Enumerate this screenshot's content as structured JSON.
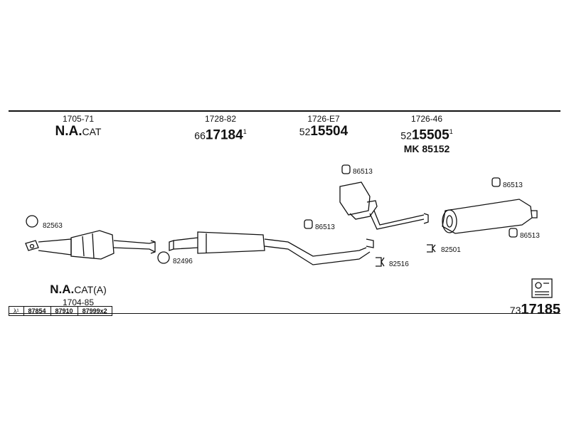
{
  "columns": [
    {
      "code": "1705-71",
      "main_bold": "N.A.",
      "main_suffix": "CAT"
    },
    {
      "code": "1728-82",
      "prefix": "66",
      "number": "17184",
      "sup": "1"
    },
    {
      "code": "1726-E7",
      "prefix": "52",
      "number": "15504"
    },
    {
      "code": "1726-46",
      "prefix": "52",
      "number": "15505",
      "sup": "1",
      "mk": "MK  85152"
    }
  ],
  "labels": {
    "l82563": "82563",
    "l82496": "82496",
    "l86513a": "86513",
    "l86513b": "86513",
    "l86513c": "86513",
    "l86513d": "86513",
    "l82516": "82516",
    "l82501": "82501"
  },
  "variant": {
    "main_bold": "N.A.",
    "main_suffix": "CAT(A)",
    "code": "1704-85"
  },
  "codes_row": [
    "λ¹",
    "87854",
    "87910",
    "87999x2"
  ],
  "full_code": {
    "prefix": "73",
    "number": "17185"
  },
  "colors": {
    "ink": "#111111"
  }
}
